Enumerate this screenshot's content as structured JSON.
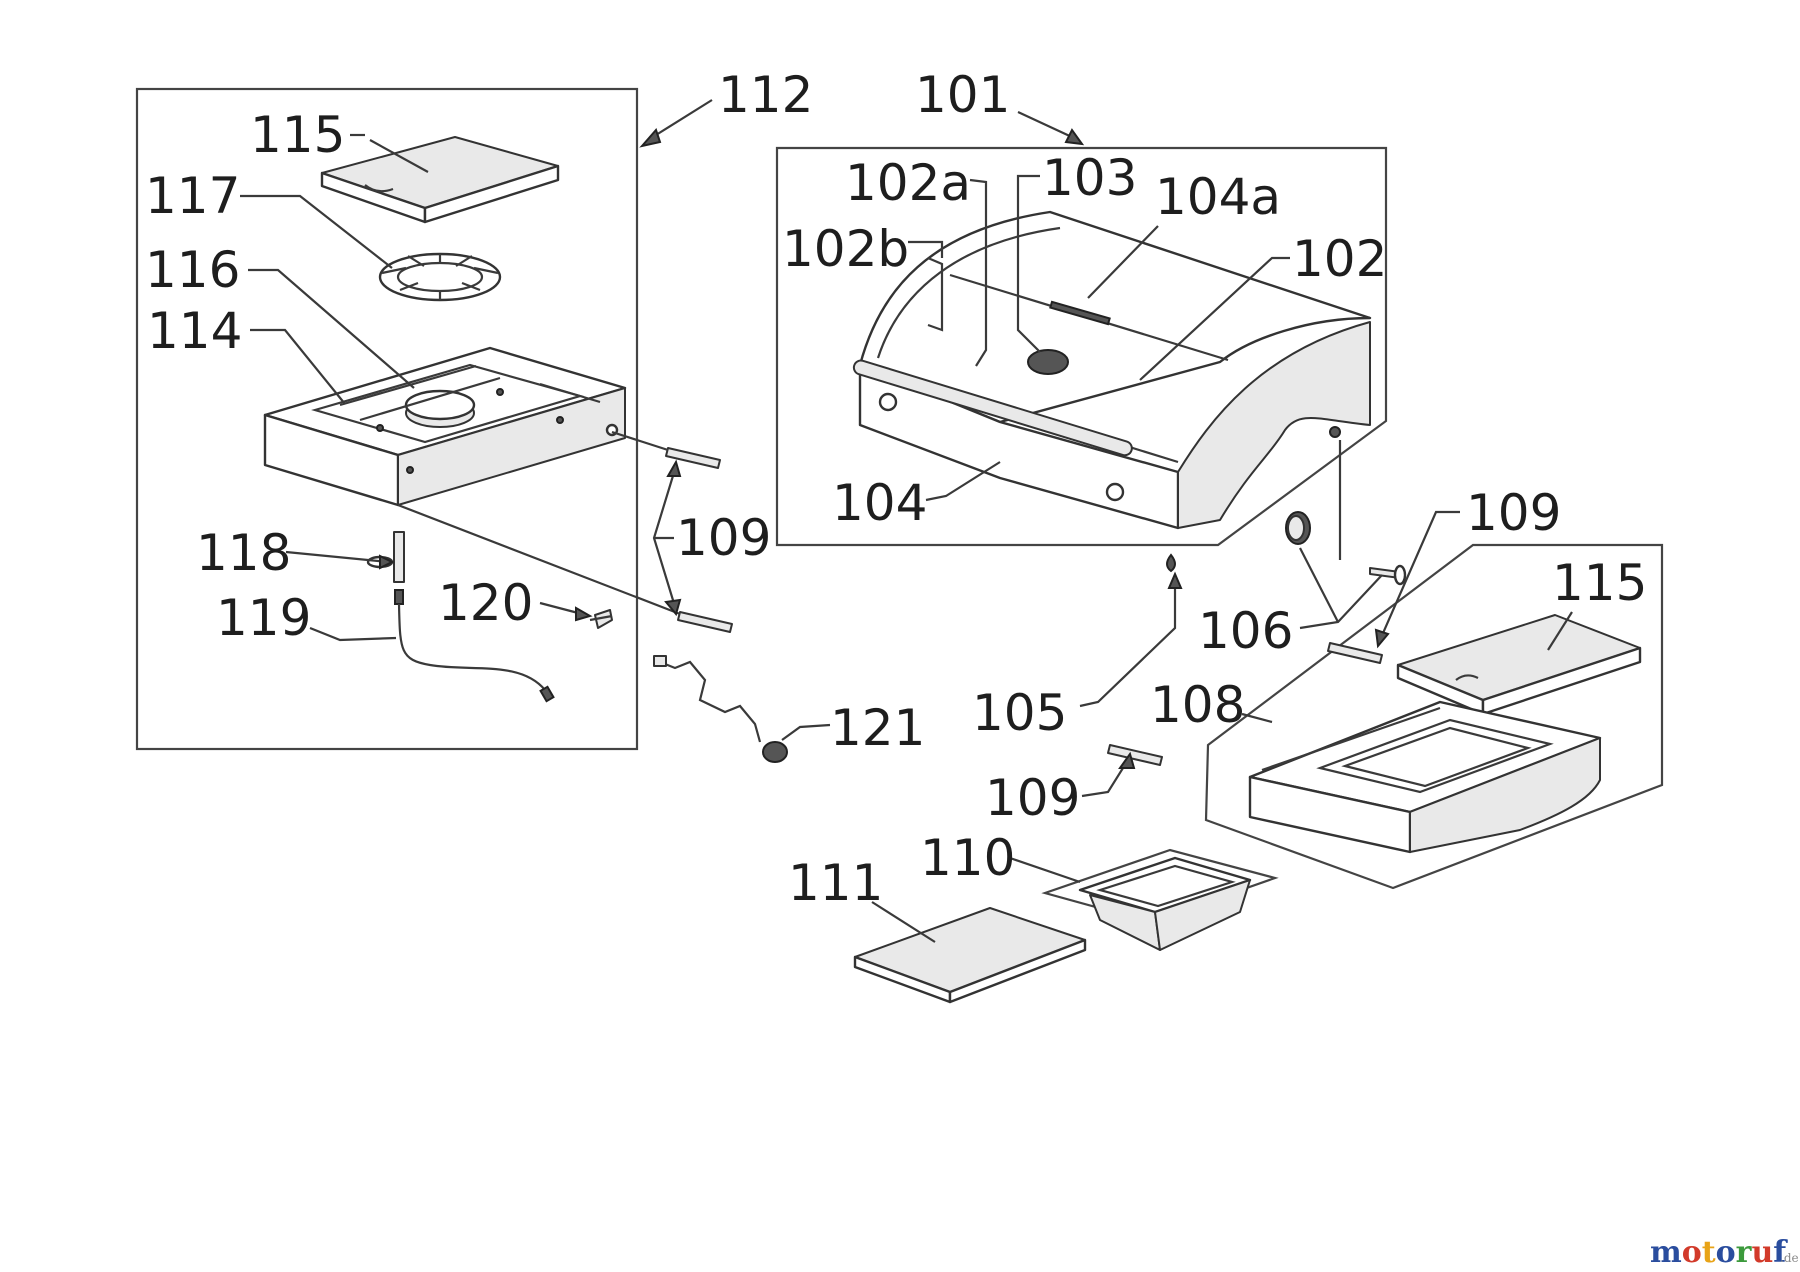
{
  "callouts": {
    "c112": "112",
    "c101": "101",
    "c115a": "115",
    "c117": "117",
    "c116": "116",
    "c114": "114",
    "c118": "118",
    "c119": "119",
    "c120": "120",
    "c109a": "109",
    "c121": "121",
    "c102a": "102a",
    "c103": "103",
    "c104a": "104a",
    "c102b": "102b",
    "c102": "102",
    "c104": "104",
    "c109b": "109",
    "c115b": "115",
    "c106": "106",
    "c105": "105",
    "c108": "108",
    "c109c": "109",
    "c110": "110",
    "c111": "111"
  },
  "watermark": {
    "part1": "motoruf",
    "part2": ".de",
    "colors": [
      "#2a4d9e",
      "#d23a2a",
      "#e8a317",
      "#2a4d9e",
      "#3c9a3c",
      "#d23a2a",
      "#2a4d9e"
    ]
  }
}
